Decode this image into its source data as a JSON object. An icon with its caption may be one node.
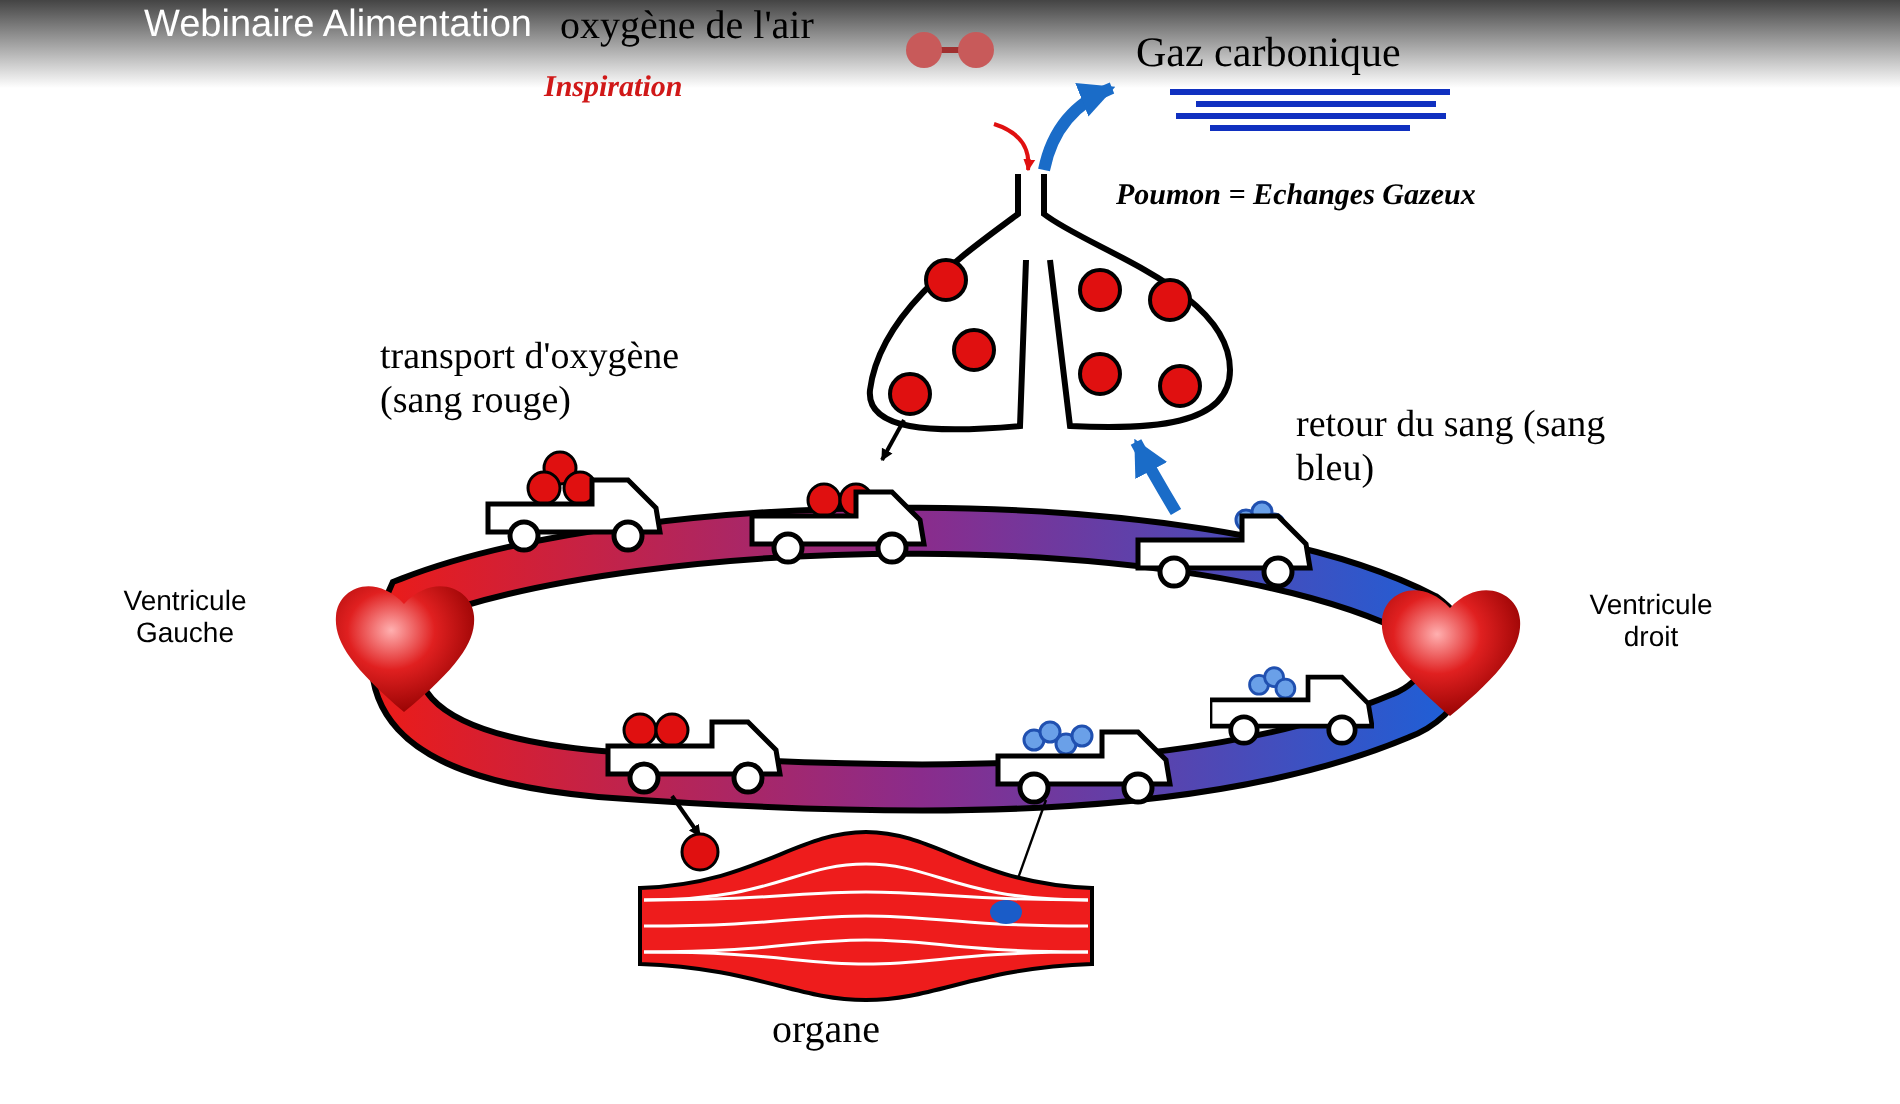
{
  "diagram": {
    "title": "Webinaire Alimentation",
    "nodes": [
      {
        "text": [
          "oxygène de l'air",
          "Inspiration"
        ]
      },
      {
        "text": [
          "Gaz carbonique"
        ]
      },
      {
        "text": [],
        "shape": "picture",
        "beside": [
          "Poumon = Echanges Gazeux"
        ]
      },
      {
        "text": [],
        "shape": "picture"
      },
      {
        "text": [],
        "shape": "picture"
      },
      {
        "text": [],
        "shape": "picture"
      },
      {
        "text": [],
        "shape": "picture",
        "beside": [
          "Ventricule Gauche"
        ]
      },
      {
        "text": [],
        "shape": "picture",
        "beside": [
          "Ventricule droit"
        ]
      },
      {
        "text": [],
        "shape": "picture"
      },
      {
        "text": [],
        "shape": "picture"
      },
      {
        "text": [],
        "shape": "picture"
      },
      {
        "text": [],
        "shape": "picture",
        "beside": [
          "organe"
        ]
      }
    ],
    "edges": [
      {
        "from": 0,
        "to": 2,
        "arrow": "to",
        "color": "#e01010"
      },
      {
        "from": 2,
        "to": 1,
        "arrow": "to",
        "style": "thick",
        "color": "#1a6cc8"
      },
      {
        "from": 2,
        "to": 4,
        "arrow": "to"
      },
      {
        "from": 9,
        "to": 11,
        "arrow": "to"
      },
      {
        "from": 11,
        "to": 10,
        "arrow": "none"
      },
      {
        "from": 5,
        "to": 2,
        "arrow": "to",
        "style": "thick",
        "color": "#1a6cc8"
      }
    ],
    "labels": [
      "transport d'oxygène (sang rouge)",
      "retour du sang (sang bleu)"
    ]
  }
}
